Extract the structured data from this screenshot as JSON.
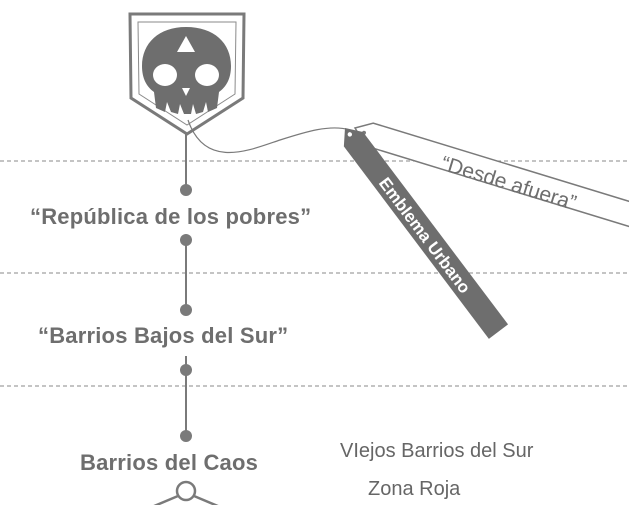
{
  "timeline": {
    "items": [
      {
        "label": "“República de los pobres”"
      },
      {
        "label": "“Barrios Bajos del Sur”"
      },
      {
        "label": "Barrios del Caos"
      }
    ]
  },
  "tags": {
    "primary": "Emblema Urbano",
    "secondary": "“Desde afuera”"
  },
  "side_labels": [
    "VIejos Barrios del Sur",
    "Zona Roja"
  ],
  "colors": {
    "line": "#7a7a7a",
    "dashed": "#8a8a8a",
    "tag_dark": "#6e6e6e",
    "text": "#6e6e6e"
  }
}
